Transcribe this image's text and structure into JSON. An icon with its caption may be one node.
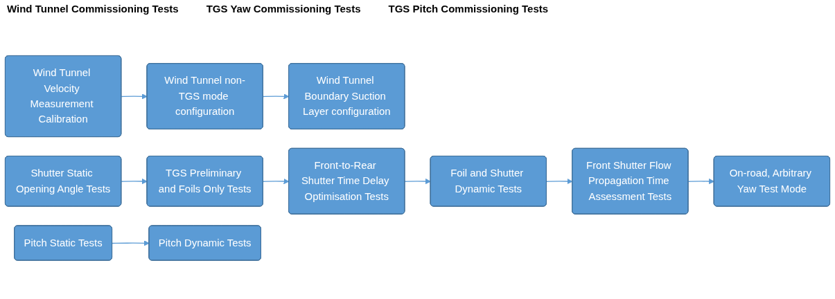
{
  "diagram": {
    "nodes": [
      {
        "text": [
          "Wind Tunnel Velocity Measurement Calibration"
        ]
      },
      {
        "text": [
          "Wind Tunnel non-TGS mode configuration"
        ]
      },
      {
        "text": [
          "Wind Tunnel Boundary Suction Layer configuration"
        ]
      },
      {
        "text": [
          "Shutter Static Opening Angle Tests"
        ]
      },
      {
        "text": [
          "TGS Preliminary and Foils Only Tests"
        ]
      },
      {
        "text": [
          "Front-to-Rear Shutter Time Delay Optimisation Tests"
        ]
      },
      {
        "text": [
          "Foil and Shutter Dynamic Tests"
        ]
      },
      {
        "text": [
          "Front Shutter Flow Propagation Time Assessment Tests"
        ]
      },
      {
        "text": [
          "On-road, Arbitrary Yaw Test Mode"
        ]
      },
      {
        "text": [
          "Pitch Static Tests"
        ]
      },
      {
        "text": [
          "Pitch Dynamic Tests"
        ]
      }
    ],
    "edges": [
      {
        "from": 0,
        "to": 1,
        "arrow": "to"
      },
      {
        "from": 1,
        "to": 2,
        "arrow": "to"
      },
      {
        "from": 3,
        "to": 4,
        "arrow": "to"
      },
      {
        "from": 4,
        "to": 5,
        "arrow": "to"
      },
      {
        "from": 5,
        "to": 6,
        "arrow": "to"
      },
      {
        "from": 6,
        "to": 7,
        "arrow": "to"
      },
      {
        "from": 7,
        "to": 8,
        "arrow": "to"
      },
      {
        "from": 9,
        "to": 10,
        "arrow": "to"
      }
    ],
    "labels": [
      "Wind Tunnel Commissioning Tests",
      "TGS Yaw Commissioning Tests",
      "TGS Pitch Commissioning Tests"
    ]
  }
}
